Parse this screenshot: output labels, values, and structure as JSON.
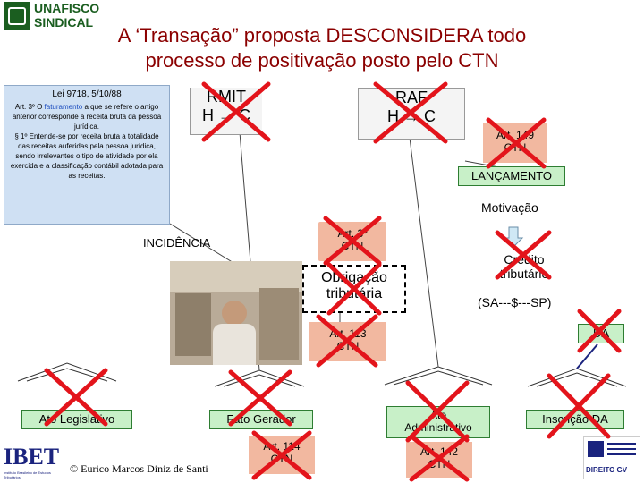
{
  "header": {
    "logo_line1": "UNAFISCO",
    "logo_line2": "SINDICAL",
    "title_line1": "A ‘Transação” proposta DESCONSIDERA todo",
    "title_line2": "processo de positivação posto pelo CTN"
  },
  "lei": {
    "title": "Lei 9718, 5/10/88",
    "text_part1": "Art. 3º O ",
    "text_highlight": "faturamento",
    "text_part2": " a que se refere o artigo anterior corresponde à receita bruta da pessoa jurídica.",
    "text_part3": "§ 1º Entende-se por receita bruta a totalidade das receitas auferidas pela pessoa jurídica, sendo irrelevantes o tipo de atividade por ela exercida e a classificação contábil adotada para as receitas."
  },
  "rmit": {
    "line1": "RMIT",
    "line2": "H → C"
  },
  "raf": {
    "line1": "RAF",
    "line2": "H → C"
  },
  "art149": {
    "line1": "Art. 149",
    "line2": "CTN"
  },
  "lancamento": "LANÇAMENTO",
  "motivacao": "Motivação",
  "incidencia": "INCIDÊNCIA",
  "art3": {
    "line1": "Art. 3º",
    "line2": "CTN"
  },
  "credito": {
    "line1": "Crédito",
    "line2": "tributário"
  },
  "sa": "(SA---$---SP)",
  "obrigacao": {
    "line1": "Obrigação",
    "line2": "tributária"
  },
  "art113": {
    "line1": "Art. 113",
    "line2": "CTN"
  },
  "da": "DA",
  "ato_legislativo": "Ato Legislativo",
  "fato_gerador": "Fato Gerador",
  "ato_admin": {
    "line1": "Ato",
    "line2": "Administrativo"
  },
  "inscricao_da": "Inscrição DA",
  "art114": {
    "line1": "Art. 114",
    "line2": "CTN"
  },
  "art142": {
    "line1": "Art. 142",
    "line2": "CTN"
  },
  "footer": {
    "ibet": "IBET",
    "ibet_sub": "Instituto Brasileiro de Estudos Tributários",
    "copyright": "© Eurico Marcos Diniz de Santi",
    "fgv": "DIREITO GV"
  },
  "colors": {
    "title": "#8b0000",
    "x_red": "#e3141b",
    "green_box": "#c8f0c8",
    "orange_box": "#f2b8a0",
    "lei_box": "#cfe0f3"
  }
}
